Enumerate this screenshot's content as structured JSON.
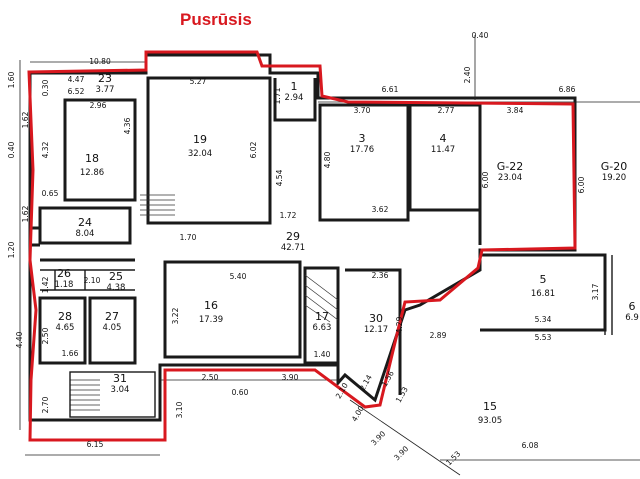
{
  "title": "Pusrūsis",
  "rooms": [
    {
      "id": "r23",
      "number": "23",
      "area": "3.77"
    },
    {
      "id": "r19",
      "number": "19",
      "area": "32.04"
    },
    {
      "id": "r1",
      "number": "1",
      "area": "2.94"
    },
    {
      "id": "r18",
      "number": "18",
      "area": "12.86"
    },
    {
      "id": "r3",
      "number": "3",
      "area": "17.76"
    },
    {
      "id": "r4",
      "number": "4",
      "area": "11.47"
    },
    {
      "id": "rG22",
      "number": "G-22",
      "area": "23.04"
    },
    {
      "id": "rG20",
      "number": "G-20",
      "area": "19.20"
    },
    {
      "id": "r24",
      "number": "24",
      "area": "8.04"
    },
    {
      "id": "r29",
      "number": "29",
      "area": "42.71"
    },
    {
      "id": "r26",
      "number": "26",
      "area": "1.18"
    },
    {
      "id": "r25",
      "number": "25",
      "area": "4.38"
    },
    {
      "id": "r16",
      "number": "16",
      "area": "17.39"
    },
    {
      "id": "r17",
      "number": "17",
      "area": "6.63"
    },
    {
      "id": "r30",
      "number": "30",
      "area": "12.17"
    },
    {
      "id": "r5",
      "number": "5",
      "area": "16.81"
    },
    {
      "id": "r6",
      "number": "6",
      "area": "6.9"
    },
    {
      "id": "r28",
      "number": "28",
      "area": "4.65"
    },
    {
      "id": "r27",
      "number": "27",
      "area": "4.05"
    },
    {
      "id": "r31",
      "number": "31",
      "area": "3.04"
    },
    {
      "id": "r15",
      "number": "15",
      "area": "93.05"
    }
  ],
  "dimensions": [
    "10.80",
    "4.47",
    "6.52",
    "0.30",
    "5.27",
    "1.71",
    "2.96",
    "4.36",
    "4.32",
    "1.62",
    "0.40",
    "1.60",
    "1.62",
    "1.20",
    "0.65",
    "6.02",
    "4.54",
    "1.72",
    "1.70",
    "2.40",
    "0.40",
    "6.61",
    "3.70",
    "2.77",
    "3.84",
    "6.86",
    "4.80",
    "3.62",
    "6.00",
    "6.00",
    "1.42",
    "2.10",
    "5.40",
    "3.22",
    "2.36",
    "3.17",
    "5.34",
    "5.53",
    "2.50",
    "1.66",
    "4.40",
    "2.70",
    "2.50",
    "3.90",
    "0.60",
    "3.10",
    "1.40",
    "2.14",
    "1.56",
    "2.10",
    "4.29",
    "2.89",
    "4.00",
    "1.53",
    "3.90",
    "3.90",
    "6.15",
    "6.08",
    "1.53"
  ]
}
